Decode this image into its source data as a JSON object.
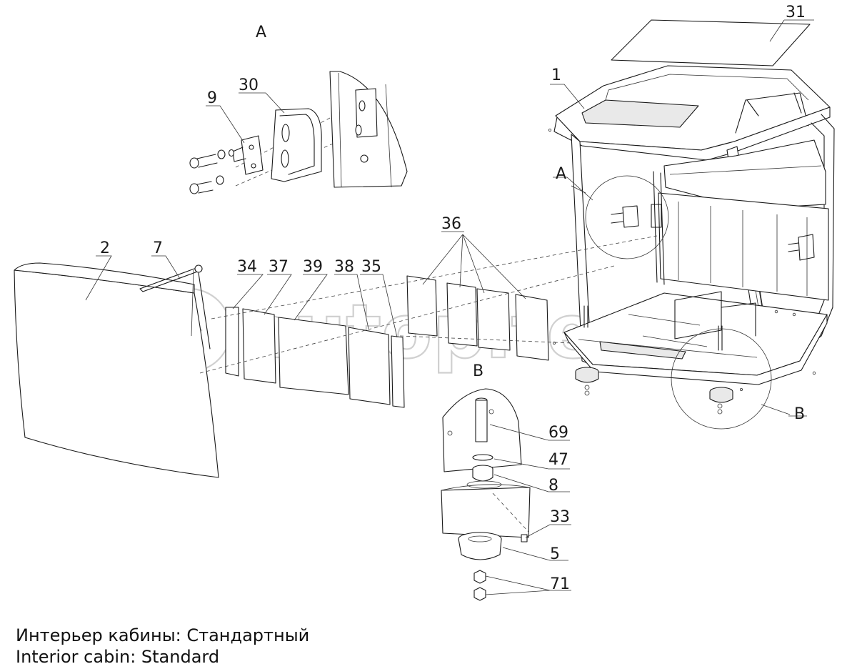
{
  "watermark": {
    "text": "autopiter.ru"
  },
  "labels": {
    "view_a": "A",
    "view_b": "B",
    "callout_a": "A",
    "callout_b": "B",
    "p1": "1",
    "p2": "2",
    "p5": "5",
    "p7": "7",
    "p8": "8",
    "p9": "9",
    "p30": "30",
    "p31": "31",
    "p33": "33",
    "p34": "34",
    "p35": "35",
    "p36": "36",
    "p37": "37",
    "p38": "38",
    "p39": "39",
    "p47": "47",
    "p69": "69",
    "p71": "71"
  },
  "caption": {
    "ru": "Интерьер кабины: Стандартный",
    "en": "Interior cabin: Standard"
  }
}
